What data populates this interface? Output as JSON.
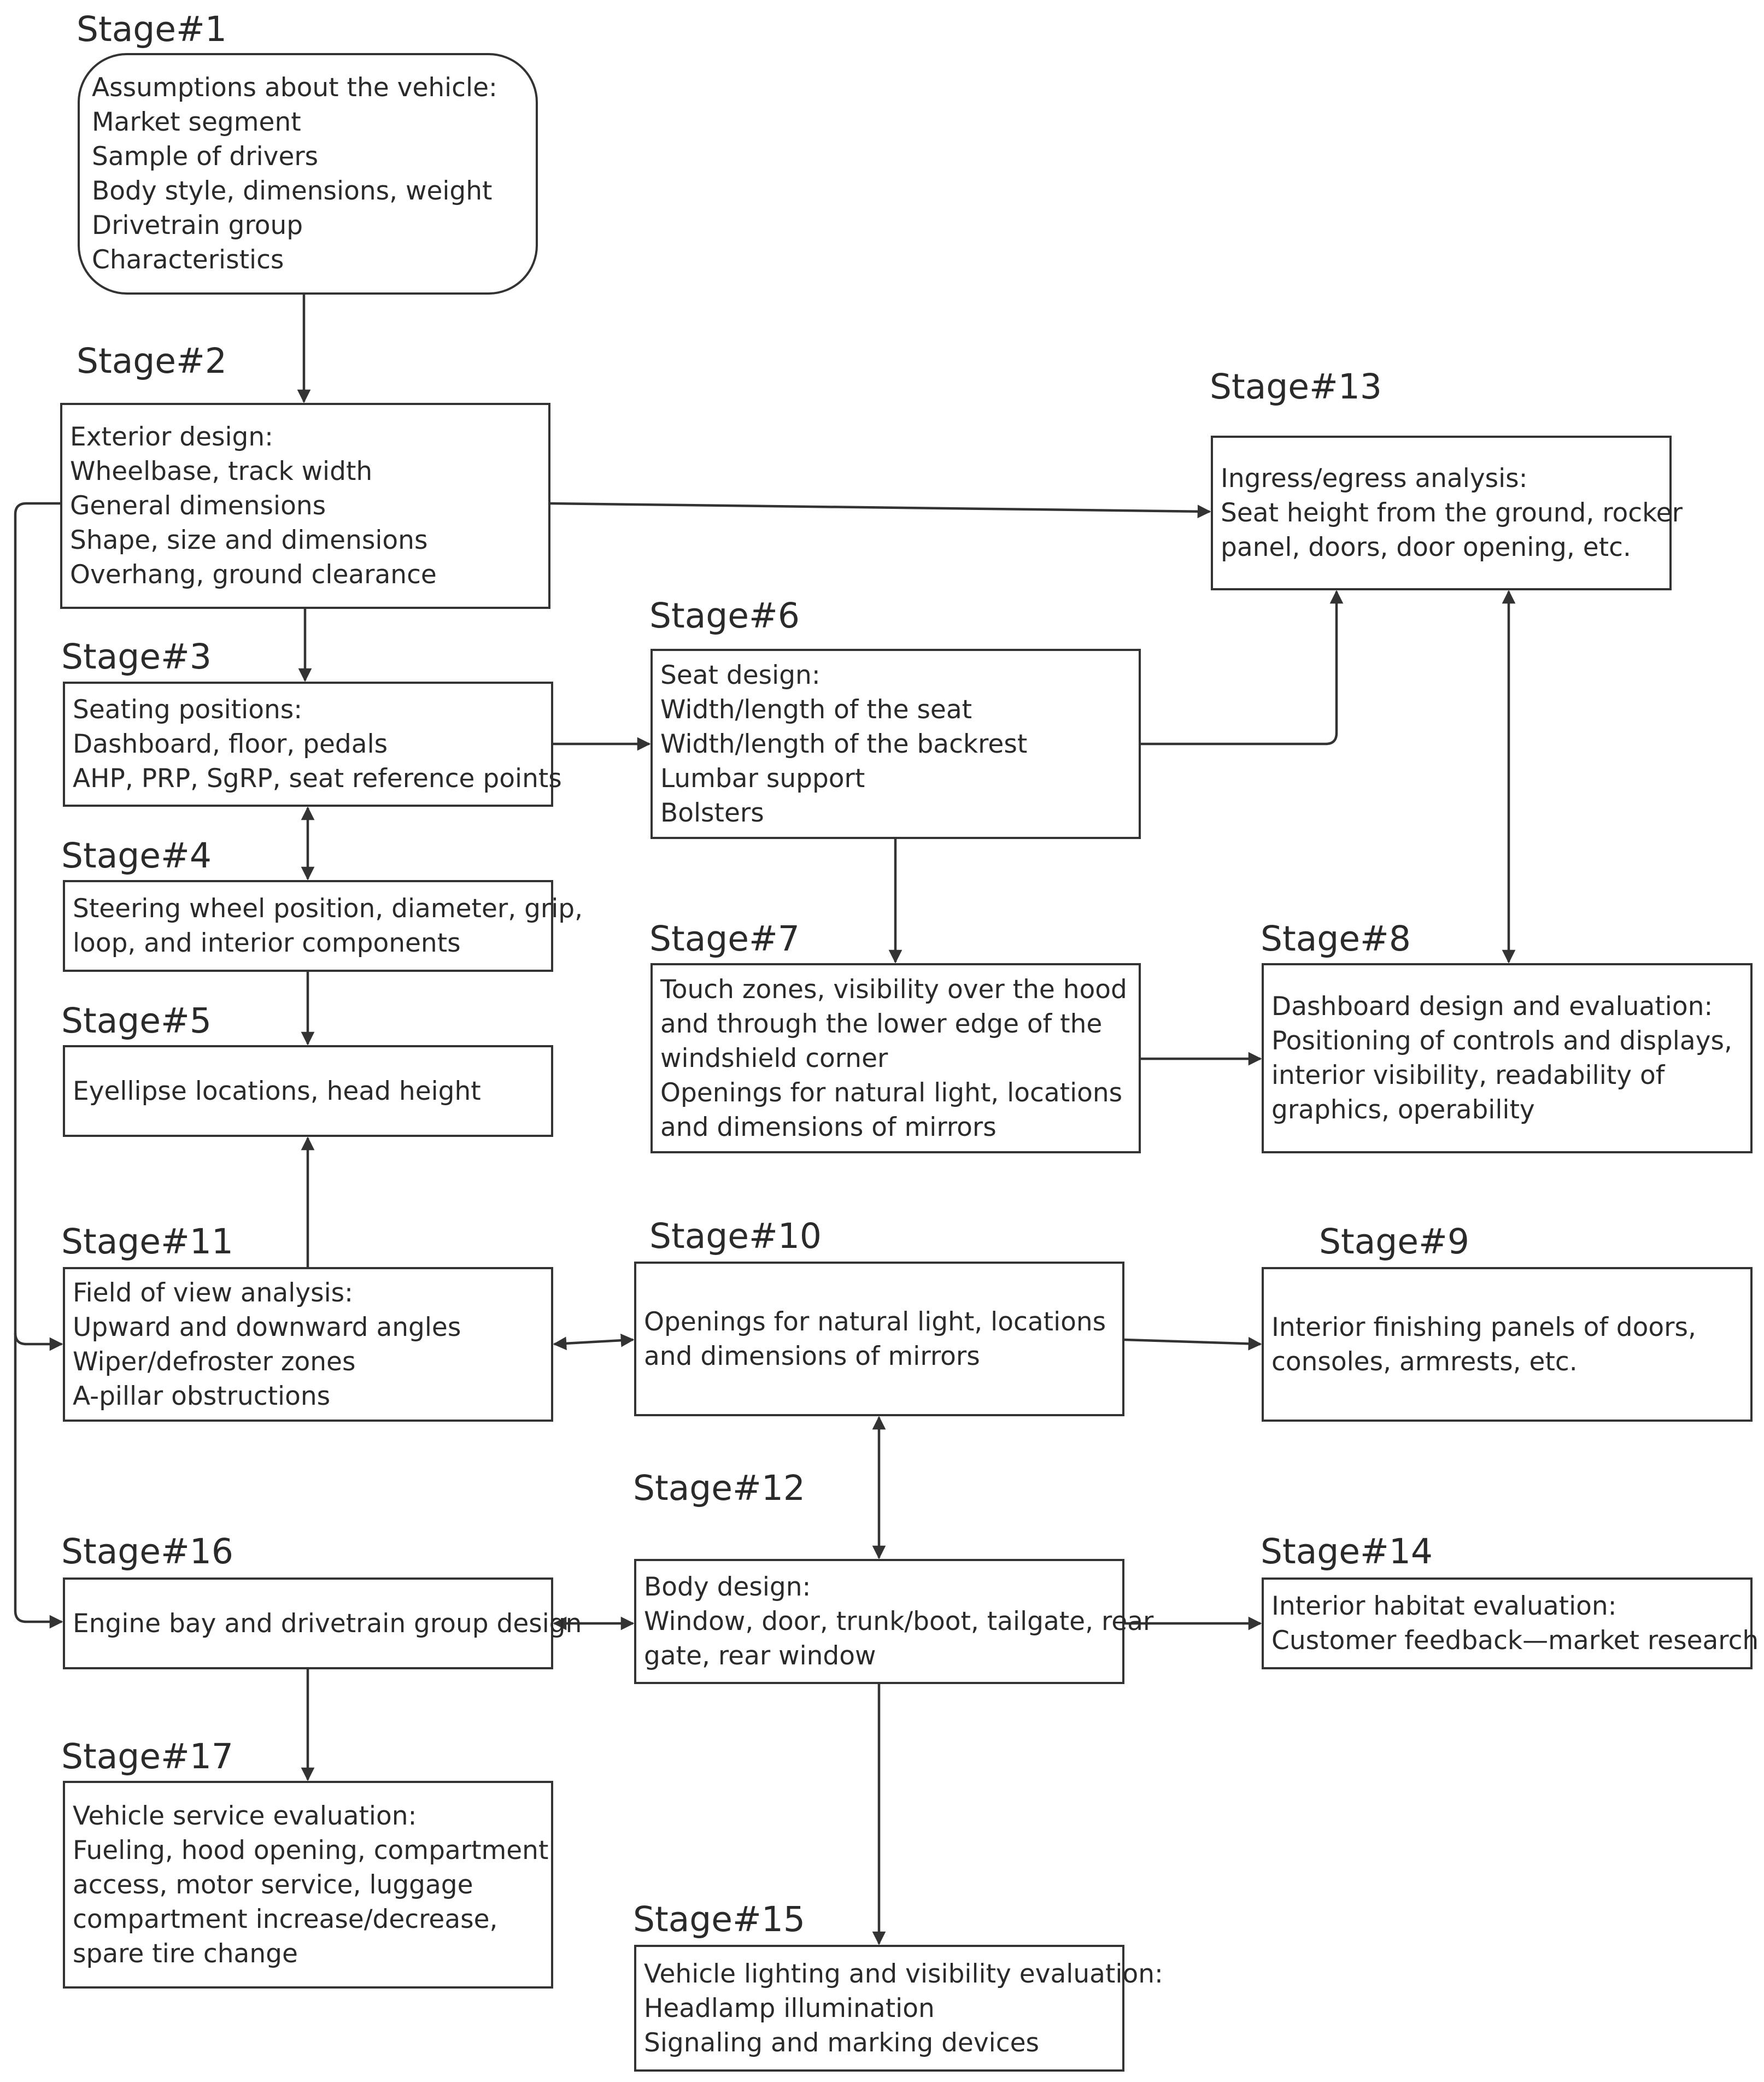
{
  "stages": {
    "s1": {
      "label": "Stage#1",
      "lines": [
        "Assumptions about the vehicle:",
        "Market segment",
        "Sample of drivers",
        "Body style, dimensions, weight",
        "Drivetrain group",
        "Characteristics"
      ]
    },
    "s2": {
      "label": "Stage#2",
      "lines": [
        "Exterior design:",
        "Wheelbase, track width",
        "General dimensions",
        "Shape, size and dimensions",
        "Overhang, ground clearance"
      ]
    },
    "s3": {
      "label": "Stage#3",
      "lines": [
        "Seating positions:",
        "Dashboard, floor, pedals",
        "AHP, PRP, SgRP, seat reference points"
      ]
    },
    "s4": {
      "label": "Stage#4",
      "lines": [
        "Steering wheel position, diameter, grip,",
        "loop, and interior components"
      ]
    },
    "s5": {
      "label": "Stage#5",
      "lines": [
        "Eyellipse locations, head height"
      ]
    },
    "s6": {
      "label": "Stage#6",
      "lines": [
        "Seat design:",
        "Width/length of the seat",
        "Width/length of the backrest",
        "Lumbar support",
        "Bolsters"
      ]
    },
    "s7": {
      "label": "Stage#7",
      "lines": [
        "Touch zones, visibility over the hood",
        "and through the lower edge of the",
        "windshield corner",
        "Openings for natural light, locations",
        "and dimensions of mirrors"
      ]
    },
    "s8": {
      "label": "Stage#8",
      "lines": [
        "Dashboard design and evaluation:",
        "Positioning of controls and displays,",
        "interior visibility, readability of",
        "graphics, operability"
      ]
    },
    "s9": {
      "label": "Stage#9",
      "lines": [
        "Interior finishing panels of doors,",
        "consoles, armrests, etc."
      ]
    },
    "s10": {
      "label": "Stage#10",
      "lines": [
        "Openings for natural light, locations",
        "and dimensions of mirrors"
      ]
    },
    "s11": {
      "label": "Stage#11",
      "lines": [
        "Field of view analysis:",
        "Upward and downward angles",
        "Wiper/defroster zones",
        "A-pillar obstructions"
      ]
    },
    "s12": {
      "label": "Stage#12",
      "lines": [
        "Body design:",
        "Window, door, trunk/boot, tailgate, rear",
        "gate, rear window"
      ]
    },
    "s13": {
      "label": "Stage#13",
      "lines": [
        "Ingress/egress analysis:",
        "Seat height from the ground, rocker",
        "panel, doors, door opening, etc."
      ]
    },
    "s14": {
      "label": "Stage#14",
      "lines": [
        "Interior habitat evaluation:",
        "Customer feedback—market research"
      ]
    },
    "s15": {
      "label": "Stage#15",
      "lines": [
        "Vehicle lighting and visibility evaluation:",
        "Headlamp illumination",
        "Signaling and marking devices"
      ]
    },
    "s16": {
      "label": "Stage#16",
      "lines": [
        "Engine bay and drivetrain group design"
      ]
    },
    "s17": {
      "label": "Stage#17",
      "lines": [
        "Vehicle service evaluation:",
        "Fueling, hood opening, compartment",
        "access, motor service, luggage",
        "compartment increase/decrease,",
        "spare tire change"
      ]
    }
  },
  "connectors": [
    {
      "from": "s1",
      "to": "s2",
      "direction": "forward"
    },
    {
      "from": "s2",
      "to": "s13",
      "direction": "forward"
    },
    {
      "from": "s2",
      "to": "s3",
      "direction": "forward"
    },
    {
      "from": "s2",
      "to": "s11",
      "direction": "forward"
    },
    {
      "from": "s2",
      "to": "s16",
      "direction": "forward"
    },
    {
      "from": "s3",
      "to": "s6",
      "direction": "forward"
    },
    {
      "from": "s3",
      "to": "s4",
      "direction": "both"
    },
    {
      "from": "s4",
      "to": "s5",
      "direction": "forward"
    },
    {
      "from": "s6",
      "to": "s13",
      "direction": "forward"
    },
    {
      "from": "s6",
      "to": "s7",
      "direction": "forward"
    },
    {
      "from": "s13",
      "to": "s8",
      "direction": "both"
    },
    {
      "from": "s7",
      "to": "s8",
      "direction": "forward"
    },
    {
      "from": "s11",
      "to": "s5",
      "direction": "forward"
    },
    {
      "from": "s11",
      "to": "s10",
      "direction": "both"
    },
    {
      "from": "s10",
      "to": "s9",
      "direction": "forward"
    },
    {
      "from": "s10",
      "to": "s12",
      "direction": "both"
    },
    {
      "from": "s16",
      "to": "s12",
      "direction": "both"
    },
    {
      "from": "s12",
      "to": "s14",
      "direction": "forward"
    },
    {
      "from": "s16",
      "to": "s17",
      "direction": "forward"
    },
    {
      "from": "s12",
      "to": "s15",
      "direction": "forward"
    }
  ]
}
